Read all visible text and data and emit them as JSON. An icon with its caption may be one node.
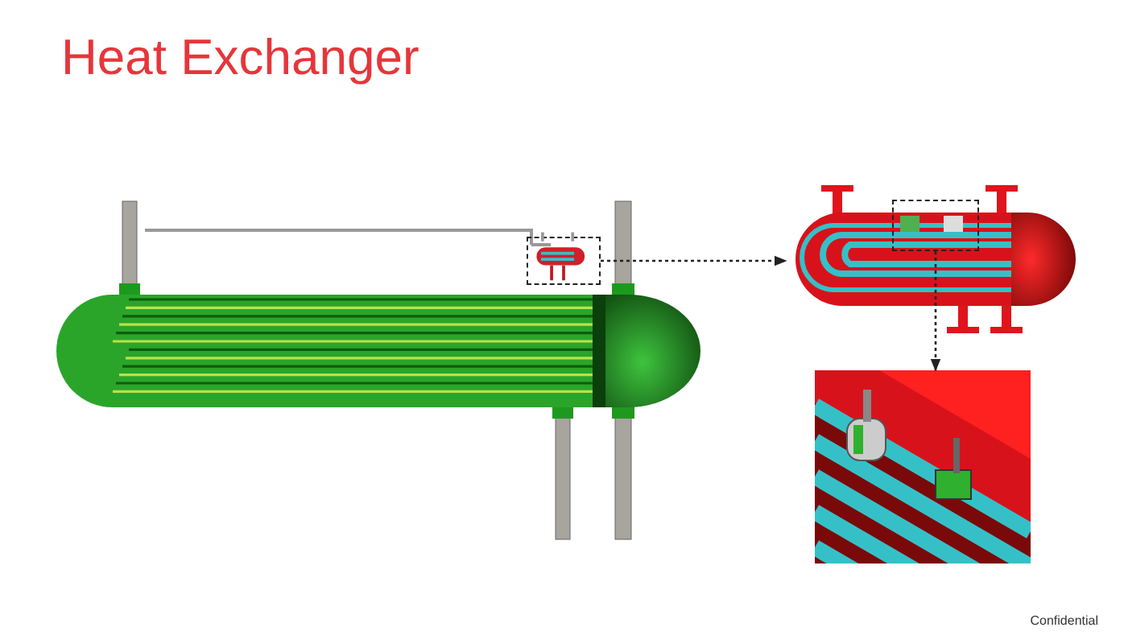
{
  "diagram": {
    "title": "Heat Exchanger",
    "nodes": [
      {
        "text": [],
        "shape": "picture"
      },
      {
        "text": [],
        "shape": "box",
        "in": 0
      },
      {
        "text": [],
        "shape": "picture"
      },
      {
        "text": [],
        "shape": "box",
        "in": 2
      },
      {
        "text": [],
        "shape": "picture"
      }
    ],
    "edges": [
      {
        "from": 1,
        "to": 2,
        "arrow": "to",
        "style": "dashed"
      },
      {
        "from": 3,
        "to": 4,
        "arrow": "to",
        "style": "dashed"
      }
    ],
    "labels": [
      "Confidential"
    ]
  }
}
